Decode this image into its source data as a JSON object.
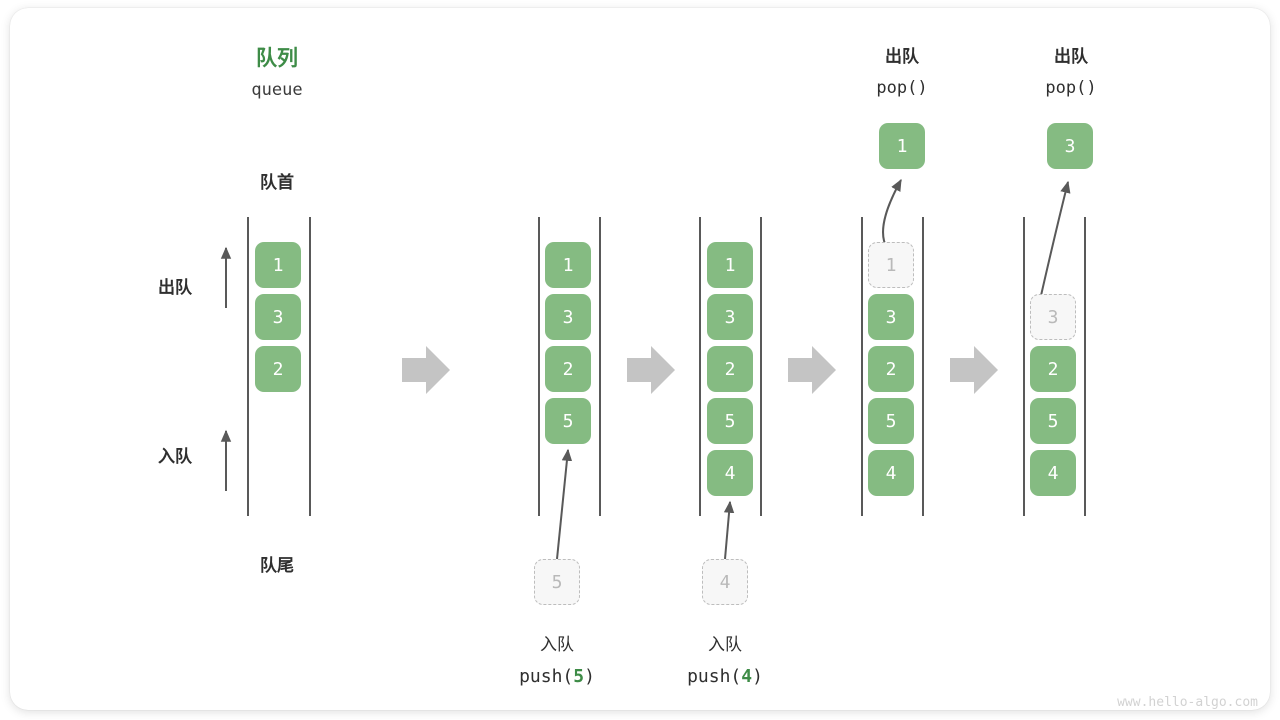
{
  "diagram": {
    "title_cn": "队列",
    "title_en": "queue",
    "front_label": "队首",
    "rear_label": "队尾",
    "dequeue_side_label": "出队",
    "enqueue_side_label": "入队",
    "accent_green": "#3e8c47",
    "cell_green": "#85bb82",
    "ghost_gray": "#b9b9b9",
    "arrow_gray": "#c4c4c4",
    "watermark": "www.hello-algo.com"
  },
  "columns": [
    {
      "id": "initial",
      "header_cn": "",
      "header_code": "",
      "items": [
        "1",
        "3",
        "2"
      ],
      "ghost_index": null,
      "popped_value": null,
      "incoming_value": null,
      "caption_cn": "",
      "caption_code_prefix": "",
      "caption_code_arg": "",
      "caption_code_suffix": ""
    },
    {
      "id": "push-5",
      "header_cn": "",
      "header_code": "",
      "items": [
        "1",
        "3",
        "2",
        "5"
      ],
      "ghost_index": null,
      "popped_value": null,
      "incoming_value": "5",
      "caption_cn": "入队",
      "caption_code_prefix": "push(",
      "caption_code_arg": "5",
      "caption_code_suffix": ")"
    },
    {
      "id": "push-4",
      "header_cn": "",
      "header_code": "",
      "items": [
        "1",
        "3",
        "2",
        "5",
        "4"
      ],
      "ghost_index": null,
      "popped_value": null,
      "incoming_value": "4",
      "caption_cn": "入队",
      "caption_code_prefix": "push(",
      "caption_code_arg": "4",
      "caption_code_suffix": ")"
    },
    {
      "id": "pop-1",
      "header_cn": "出队",
      "header_code": "pop()",
      "items": [
        "1",
        "3",
        "2",
        "5",
        "4"
      ],
      "ghost_index": 0,
      "popped_value": "1",
      "incoming_value": null,
      "caption_cn": "",
      "caption_code_prefix": "",
      "caption_code_arg": "",
      "caption_code_suffix": ""
    },
    {
      "id": "pop-3",
      "header_cn": "出队",
      "header_code": "pop()",
      "items": [
        "",
        "3",
        "2",
        "5",
        "4"
      ],
      "ghost_index": 1,
      "popped_value": "3",
      "incoming_value": null,
      "caption_cn": "",
      "caption_code_prefix": "",
      "caption_code_arg": "",
      "caption_code_suffix": ""
    }
  ]
}
